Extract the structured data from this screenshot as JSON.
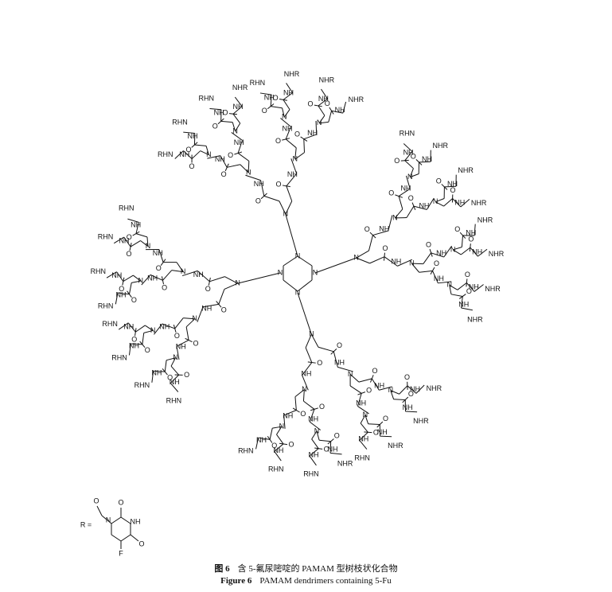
{
  "figure": {
    "caption_cn_label": "图 6",
    "caption_cn_text": "含 5-氟尿嘧啶的 PAMAM 型树枝状化合物",
    "caption_en_label": "Figure 6",
    "caption_en_text": "PAMAM dendrimers containing 5-Fu"
  },
  "atoms": {
    "n": "N",
    "nh": "NH",
    "o": "O",
    "nhr": "NHR",
    "rhn": "RHN",
    "f": "F",
    "r_eq": "R ="
  }
}
